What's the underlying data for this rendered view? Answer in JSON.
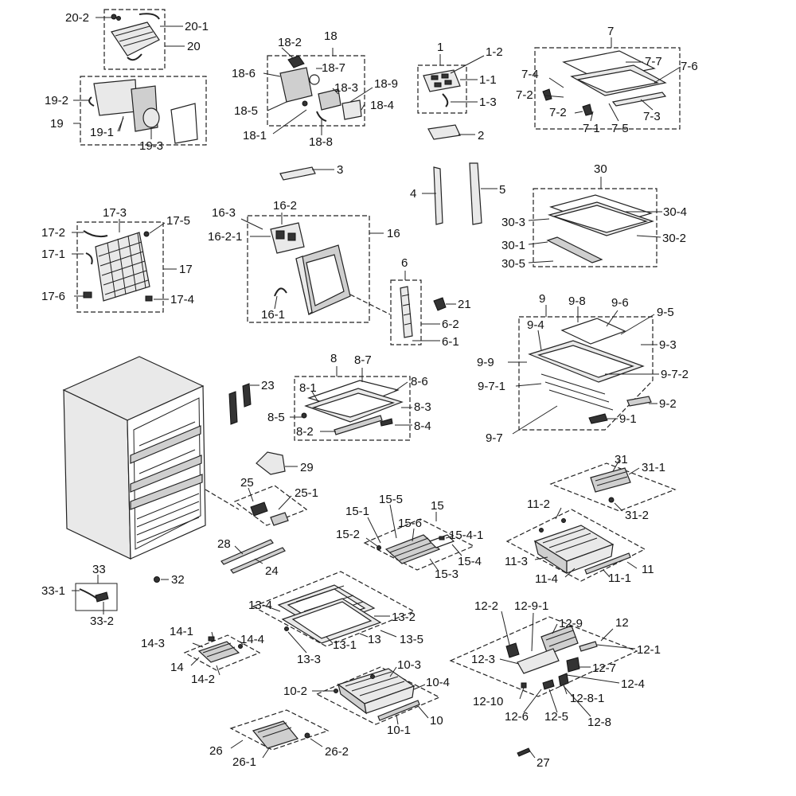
{
  "labels": {
    "l20_2": "20-2",
    "l20_1": "20-1",
    "l20": "20",
    "l19_2": "19-2",
    "l19": "19",
    "l19_1": "19-1",
    "l19_3": "19-3",
    "l18": "18",
    "l18_2": "18-2",
    "l18_7": "18-7",
    "l18_6": "18-6",
    "l18_3": "18-3",
    "l18_9": "18-9",
    "l18_5": "18-5",
    "l18_4": "18-4",
    "l18_1": "18-1",
    "l18_8": "18-8",
    "l1": "1",
    "l1_2": "1-2",
    "l1_1": "1-1",
    "l1_3": "1-3",
    "l2": "2",
    "l7": "7",
    "l7_7": "7-7",
    "l7_6": "7-6",
    "l7_4": "7-4",
    "l7_2a": "7-2",
    "l7_2b": "7-2",
    "l7_1": "7-1",
    "l7_5": "7-5",
    "l7_3": "7-3",
    "l3": "3",
    "l4": "4",
    "l5": "5",
    "l30": "30",
    "l30_3": "30-3",
    "l30_4": "30-4",
    "l30_1": "30-1",
    "l30_2": "30-2",
    "l30_5": "30-5",
    "l17_3": "17-3",
    "l17_5": "17-5",
    "l17_2": "17-2",
    "l17_1": "17-1",
    "l17": "17",
    "l17_6": "17-6",
    "l17_4": "17-4",
    "l16_3": "16-3",
    "l16_2": "16-2",
    "l16_2_1": "16-2-1",
    "l16": "16",
    "l16_1": "16-1",
    "l6": "6",
    "l21": "21",
    "l6_2": "6-2",
    "l6_1": "6-1",
    "l9": "9",
    "l9_8": "9-8",
    "l9_6": "9-6",
    "l9_5": "9-5",
    "l9_4": "9-4",
    "l9_3": "9-3",
    "l9_9": "9-9",
    "l9_7_2": "9-7-2",
    "l9_7_1": "9-7-1",
    "l9_2": "9-2",
    "l9_1": "9-1",
    "l9_7": "9-7",
    "l8": "8",
    "l8_7": "8-7",
    "l8_6": "8-6",
    "l8_1": "8-1",
    "l8_3": "8-3",
    "l8_5": "8-5",
    "l8_4": "8-4",
    "l8_2": "8-2",
    "l23": "23",
    "l29": "29",
    "l25": "25",
    "l25_1": "25-1",
    "l31": "31",
    "l31_1": "31-1",
    "l31_2": "31-2",
    "l15": "15",
    "l15_5": "15-5",
    "l15_1": "15-1",
    "l15_6": "15-6",
    "l15_4_1": "15-4-1",
    "l15_2": "15-2",
    "l15_4": "15-4",
    "l15_3": "15-3",
    "l11_2": "11-2",
    "l11_3": "11-3",
    "l11": "11",
    "l11_4": "11-4",
    "l11_1": "11-1",
    "l28": "28",
    "l24": "24",
    "l33": "33",
    "l33_1": "33-1",
    "l33_2": "33-2",
    "l32": "32",
    "l13_4": "13-4",
    "l13_2": "13-2",
    "l13": "13",
    "l13_5": "13-5",
    "l13_1": "13-1",
    "l13_3": "13-3",
    "l14_1": "14-1",
    "l14_3": "14-3",
    "l14_4": "14-4",
    "l14": "14",
    "l14_2": "14-2",
    "l12_2": "12-2",
    "l12_9_1": "12-9-1",
    "l12_9": "12-9",
    "l12": "12",
    "l12_1": "12-1",
    "l12_3": "12-3",
    "l12_7": "12-7",
    "l12_4": "12-4",
    "l12_10": "12-10",
    "l12_8_1": "12-8-1",
    "l12_6": "12-6",
    "l12_5": "12-5",
    "l12_8": "12-8",
    "l10_3": "10-3",
    "l10_2": "10-2",
    "l10_4": "10-4",
    "l10": "10",
    "l10_1": "10-1",
    "l26": "26",
    "l26_2": "26-2",
    "l26_1": "26-1",
    "l27": "27"
  }
}
